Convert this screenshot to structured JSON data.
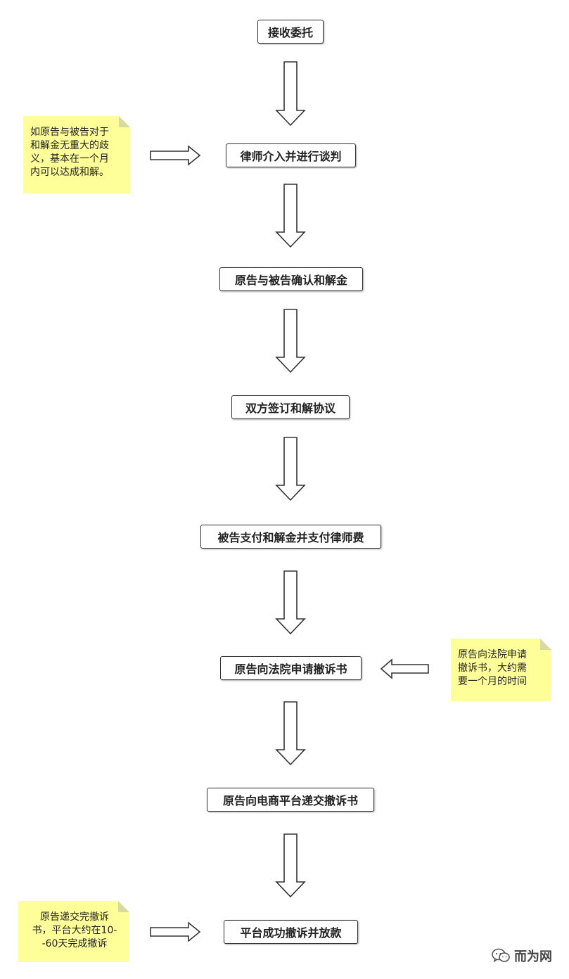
{
  "steps": [
    "接收委托",
    "律师介入并进行谈判",
    "原告与被告确认和解金",
    "双方签订和解协议",
    "被告支付和解金并支付律师费",
    "原告向法院申请撤诉书",
    "原告向电商平台递交撤诉书",
    "平台成功撤诉并放款"
  ],
  "notes": [
    "如原告与被告对于\n和解金无重大的歧\n义，基本在一个月\n内可以达成和解。",
    "原告向法院申请\n撤诉书，大约需\n要一个月的时间",
    "原告递交完撤诉\n书，平台大约在10-\n-60天完成撤诉"
  ],
  "watermark": {
    "text": "而为网",
    "icon": "wechat-icon"
  },
  "colors": {
    "note_background": "#ffff99",
    "box_border": "#333333",
    "arrow_stroke": "#333333"
  }
}
